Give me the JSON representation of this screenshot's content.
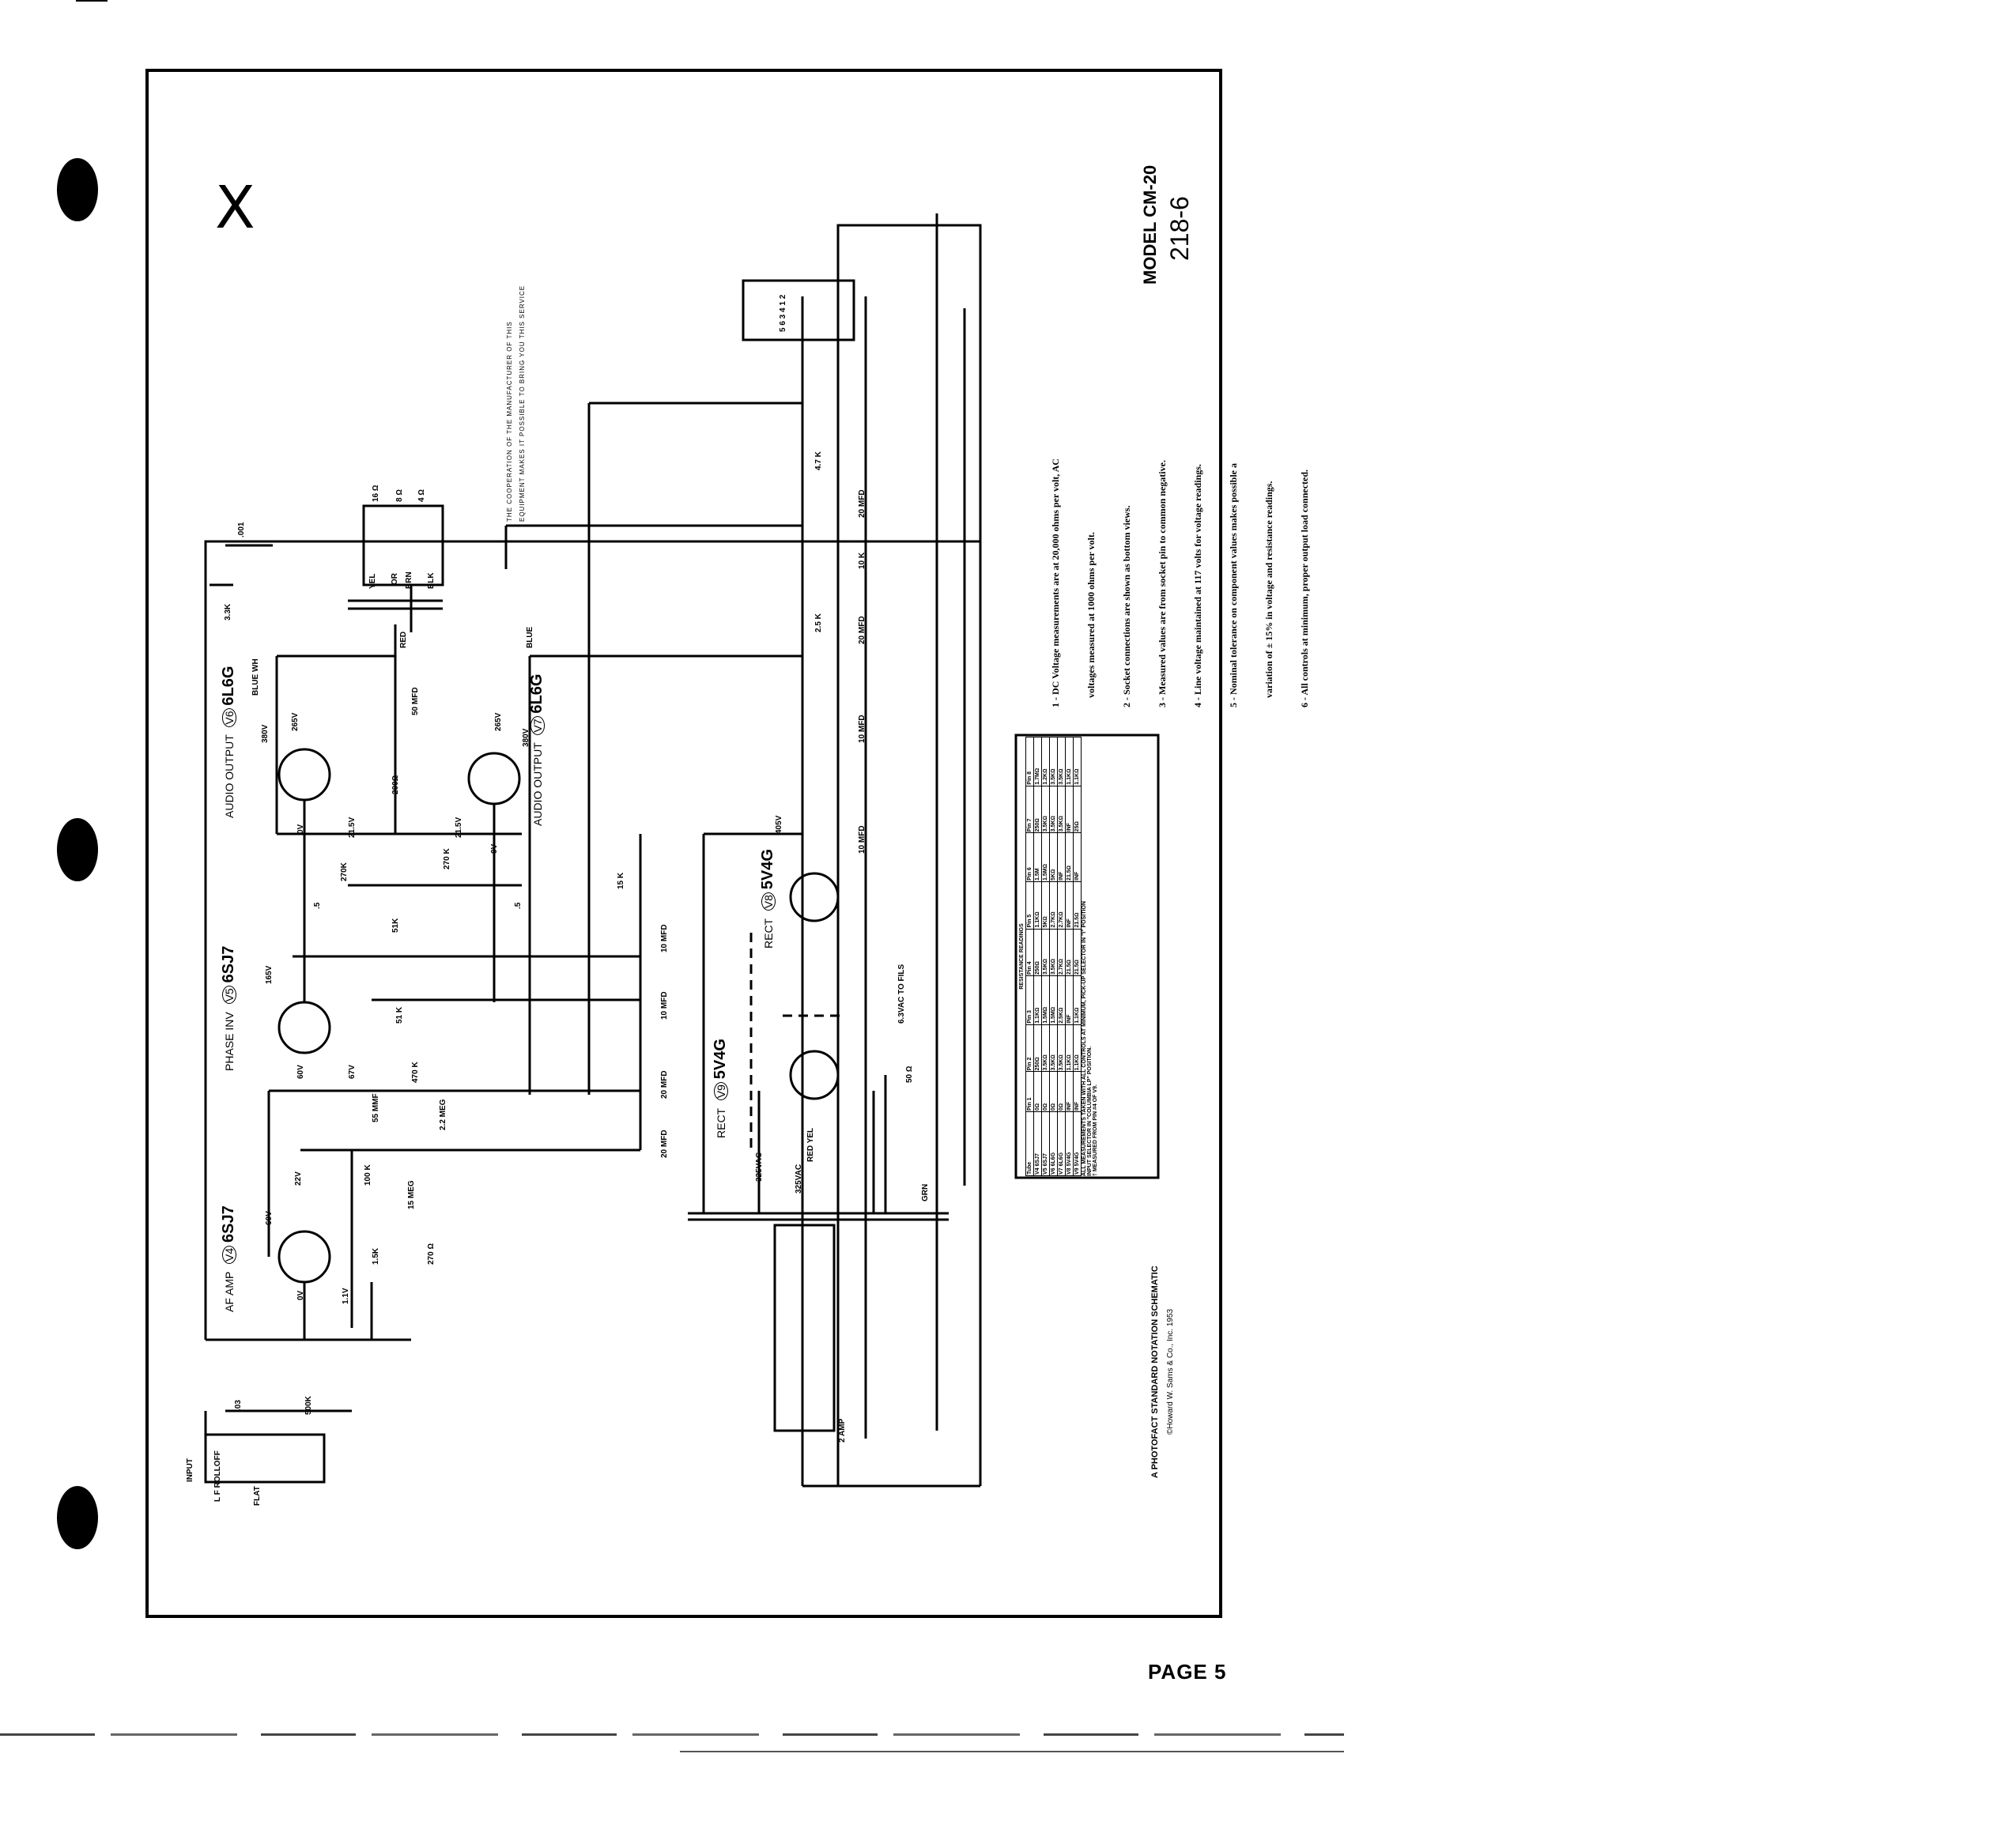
{
  "page": {
    "page_number": "PAGE 5",
    "cross_mark": "X"
  },
  "title_block": {
    "model": "MODEL CM-20",
    "set_number": "218-6",
    "schematic_caption": "A PHOTOFACT STANDARD NOTATION SCHEMATIC",
    "copyright": "©Howard W. Sams & Co., Inc. 1953",
    "cooperation_note_1": "THE COOPERATION OF THE MANUFACTURER OF THIS",
    "cooperation_note_2": "EQUIPMENT MAKES IT POSSIBLE TO BRING YOU THIS SERVICE"
  },
  "notes": [
    "1 - DC Voltage measurements are at 20,000 ohms per volt, AC",
    "    voltages measured at 1000 ohms per volt.",
    "2 - Socket connections are shown as bottom views.",
    "3 - Measured values are from socket pin to common negative.",
    "4 - Line voltage maintained at 117 volts for voltage readings.",
    "5 - Nominal tolerance on component values makes possible a",
    "    variation of ± 15% in voltage and resistance readings.",
    "6 - All controls at minimum, proper output load connected."
  ],
  "tubes": {
    "v4": {
      "ref": "V4",
      "type": "6SJ7",
      "function": "AF AMP"
    },
    "v5": {
      "ref": "V5",
      "type": "6SJ7",
      "function": "PHASE INV"
    },
    "v6": {
      "ref": "V6",
      "type": "6L6G",
      "function": "AUDIO OUTPUT"
    },
    "v7": {
      "ref": "V7",
      "type": "6L6G",
      "function": "AUDIO OUTPUT"
    },
    "v8": {
      "ref": "V8",
      "type": "5V4G",
      "function": "RECT"
    },
    "v9": {
      "ref": "V9",
      "type": "5V4G",
      "function": "RECT"
    }
  },
  "labels": {
    "input": "INPUT",
    "lf_rolloff": "L F ROLLOFF",
    "flat": "FLAT",
    "r500k": "500K",
    "c03": ".03",
    "c001": ".001",
    "r33k": "3.3K",
    "r15k_cath": "1.5K",
    "r270_cath": "270 Ω",
    "r100k": "100 K",
    "r15meg": "15 MEG",
    "r22meg": "2.2 MEG",
    "c55mmf": "55 MMF",
    "r470k": "470 K",
    "r51k_a": "51 K",
    "r51k_b": "51K",
    "r270k_a": "270K",
    "r270k_b": "270 K",
    "r200ohm": "200Ω",
    "c50mfd": "50 MFD",
    "c5a": ".5",
    "c5b": ".5",
    "c20mfd_a": "20 MFD",
    "c20mfd_b": "20 MFD",
    "c10mfd_a": "10 MFD",
    "c10mfd_b": "10 MFD",
    "c10mfd_c": "10 MFD",
    "c10mfd_d": "10 MFD",
    "c20mfd_c": "20 MFD",
    "c20mfd_d": "20 MFD",
    "r15k": "15 K",
    "r47k": "4.7 K",
    "r10k": "10 K",
    "r25k": "2.5 K",
    "r50ohm": "50 Ω",
    "fils": "6.3VAC TO FILS",
    "fuse": "2 AMP",
    "v325a": "325VAC",
    "v325b": "325VAC",
    "v405": "405V",
    "v380a": "380V",
    "v265a": "265V",
    "v265b": "265V",
    "v380b": "380V",
    "v215a": "21.5V",
    "v215b": "21.5V",
    "v0a": "0V",
    "v0b": "0V",
    "v0c": "0V",
    "v165": "165V",
    "v67": "67V",
    "v60a": "60V",
    "v60b": "60V",
    "v22": "22V",
    "v11": "1.1V",
    "tap16": "16 Ω",
    "tap8": "8 Ω",
    "tap4": "4 Ω",
    "wire_yel": "YEL",
    "wire_or": "OR",
    "wire_brn": "BRN",
    "wire_blk": "BLK",
    "wire_red": "RED",
    "wire_blue": "BLUE",
    "wire_bluewh": "BLUE WH",
    "wire_grn": "GRN",
    "wire_redyel": "RED YEL",
    "socket_pins": "5 6 3 4 1 2"
  },
  "resistance_table": {
    "title": "RESISTANCE READINGS",
    "headers": [
      "Tube",
      "Pin 1",
      "Pin 2",
      "Pin 3",
      "Pin 4",
      "Pin 5",
      "Pin 6",
      "Pin 7",
      "Pin 8"
    ],
    "rows": [
      [
        "V4 6SJ7",
        "0Ω",
        "250Ω",
        "1.1KΩ",
        "250Ω",
        "1.1KΩ",
        "1.5M",
        "250Ω",
        "1.7MΩ"
      ],
      [
        "V5 6SJ7",
        "0Ω",
        "3.5KΩ",
        "1.5MΩ",
        "3.5KΩ",
        "5KΩ",
        "1.5MΩ",
        "3.5KΩ",
        "1.2KΩ"
      ],
      [
        "V6 6L6G",
        "0Ω",
        "3.5KΩ",
        "1.5MΩ",
        "3.5KΩ",
        "2.7KΩ",
        "5KΩ",
        "3.5KΩ",
        "3.5KΩ"
      ],
      [
        "V7 6L6G",
        "0Ω",
        "3.5KΩ",
        "2.5KΩ",
        "2.7KΩ",
        "2.7KΩ",
        "INF",
        "3.5KΩ",
        "3.5KΩ"
      ],
      [
        "V8 5V4G",
        "INF",
        "1.1KΩ",
        "INF",
        "21.5Ω",
        "INF",
        "21.5Ω",
        "INF",
        "1.1KΩ"
      ],
      [
        "V9 5V4G",
        "INF",
        "1.1KΩ",
        "1.1KΩ",
        "21.5Ω",
        "21.5Ω",
        "INF",
        "25Ω",
        "1.1KΩ"
      ]
    ],
    "footnote_1": "ALL MEASUREMENTS TAKEN WITH ALL CONTROLS AT MINIMUM, PICK-UP SELECTOR IN \"I\" POSITION",
    "footnote_2": "INPUT SELECTOR IN \"COLUMBIA LP\" POSITION.",
    "footnote_3": "† MEASURED FROM PIN #4 OF V9."
  }
}
